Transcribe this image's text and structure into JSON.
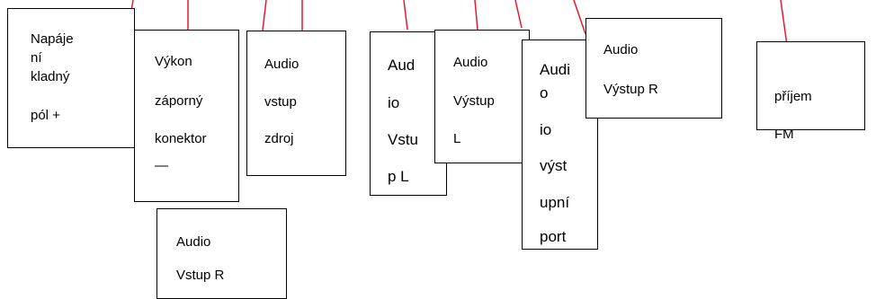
{
  "colors": {
    "leader": "#e8192c",
    "border": "#000000",
    "background": "#ffffff"
  },
  "labels": [
    {
      "id": "power-positive",
      "lines": [
        "Napáje",
        "ní",
        "kladný",
        "pól +"
      ]
    },
    {
      "id": "power-negative",
      "lines": [
        "Výkon",
        "záporný",
        "konektor",
        "—"
      ]
    },
    {
      "id": "audio-in-source",
      "lines": [
        "Audio",
        "vstup",
        "zdroj"
      ]
    },
    {
      "id": "audio-in-l",
      "lines": [
        "Aud",
        "io",
        "Vstu",
        "p L"
      ]
    },
    {
      "id": "audio-out-l",
      "lines": [
        "Audio",
        "Výstup",
        "L"
      ]
    },
    {
      "id": "audio-out-port",
      "lines": [
        "Audi",
        "o",
        "io",
        "výst",
        "upní",
        "port"
      ]
    },
    {
      "id": "audio-out-r",
      "lines": [
        "Audio",
        "Výstup R"
      ]
    },
    {
      "id": "fm-receive",
      "lines": [
        "příjem",
        "FM"
      ]
    },
    {
      "id": "audio-in-r",
      "lines": [
        "Audio",
        "Vstup R"
      ]
    }
  ]
}
